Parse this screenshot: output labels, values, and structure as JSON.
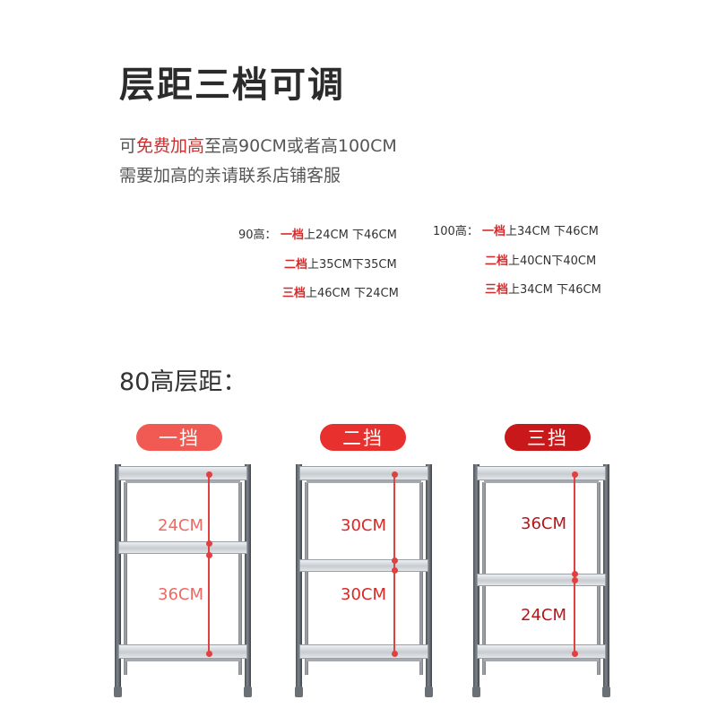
{
  "title": "层距三档可调",
  "desc": {
    "line1_prefix": "可",
    "line1_red": "免费加高",
    "line1_suffix": "至高90CM或者高100CM",
    "line2": "需要加高的亲请联系店铺客服"
  },
  "specs_90": {
    "label": "90高：",
    "rows": [
      {
        "level": "一档",
        "text": "上24CM 下46CM"
      },
      {
        "level": "二档",
        "text": "上35CM下35CM"
      },
      {
        "level": "三档",
        "text": "上46CM 下24CM"
      }
    ]
  },
  "specs_100": {
    "label": "100高：",
    "rows": [
      {
        "level": "一档",
        "text": "上34CM 下46CM"
      },
      {
        "level": "二档",
        "text": "上40CN下40CM"
      },
      {
        "level": "三档",
        "text": "上34CM 下46CM"
      }
    ]
  },
  "subtitle": "80高层距：",
  "shelves": [
    {
      "pill": "一挡",
      "pill_color": "#f05a52",
      "upper": "24CM",
      "lower": "36CM",
      "label_color": "#ec6a64"
    },
    {
      "pill": "二挡",
      "pill_color": "#e8312e",
      "upper": "30CM",
      "lower": "30CM",
      "label_color": "#d62a26"
    },
    {
      "pill": "三挡",
      "pill_color": "#c8181a",
      "upper": "36CM",
      "lower": "24CM",
      "label_color": "#b81518"
    }
  ]
}
